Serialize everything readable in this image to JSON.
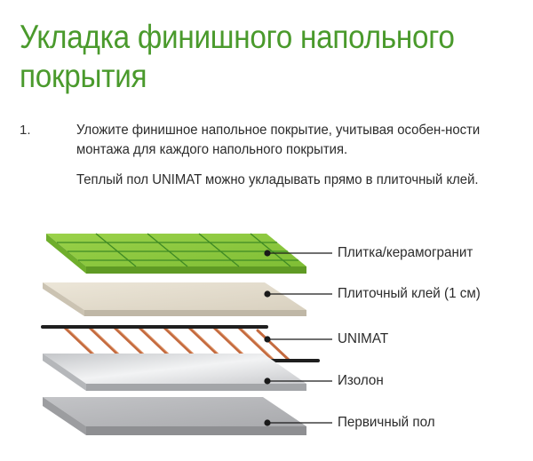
{
  "title": "Укладка финишного напольного покрытия",
  "step": {
    "number": "1.",
    "paragraph1": "Уложите финишное напольное покрытие, учитывая особен-ности монтажа для каждого напольного покрытия.",
    "paragraph2": "Теплый пол UNIMAT можно укладывать прямо в плиточный клей."
  },
  "layers": [
    {
      "label": "Плитка/керамогранит",
      "color": "#8cc63e"
    },
    {
      "label": "Плиточный клей (1 см)",
      "color": "#e3dccd"
    },
    {
      "label": "UNIMAT",
      "color": "#c0653a"
    },
    {
      "label": "Изолон",
      "color": "#d2d3d6"
    },
    {
      "label": "Первичный пол",
      "color": "#b4b5b8"
    }
  ]
}
